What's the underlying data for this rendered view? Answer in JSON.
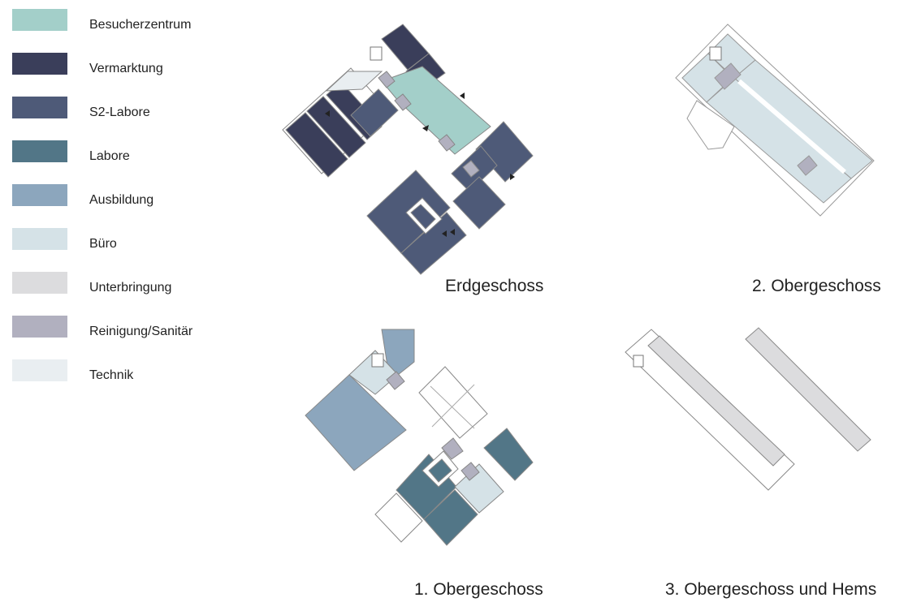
{
  "legend": [
    {
      "key": "besucherzentrum",
      "label": "Besucherzentrum",
      "color": "#a3cfc9"
    },
    {
      "key": "vermarktung",
      "label": "Vermarktung",
      "color": "#3a3e5a"
    },
    {
      "key": "s2_labore",
      "label": "S2-Labore",
      "color": "#4e5a78"
    },
    {
      "key": "labore",
      "label": "Labore",
      "color": "#527687"
    },
    {
      "key": "ausbildung",
      "label": "Ausbildung",
      "color": "#8ca6bd"
    },
    {
      "key": "buero",
      "label": "Büro",
      "color": "#d5e2e7"
    },
    {
      "key": "unterbringung",
      "label": "Unterbringung",
      "color": "#dcdcde"
    },
    {
      "key": "reinigung",
      "label": "Reinigung/Sanitär",
      "color": "#b1b0bf"
    },
    {
      "key": "technik",
      "label": "Technik",
      "color": "#e9eef1"
    }
  ],
  "plans": {
    "erdgeschoss": {
      "title": "Erdgeschoss"
    },
    "obergeschoss_2": {
      "title": "2. Obergeschoss"
    },
    "obergeschoss_1": {
      "title": "1. Obergeschoss"
    },
    "obergeschoss_3": {
      "title": "3. Obergeschoss und Hems"
    }
  }
}
